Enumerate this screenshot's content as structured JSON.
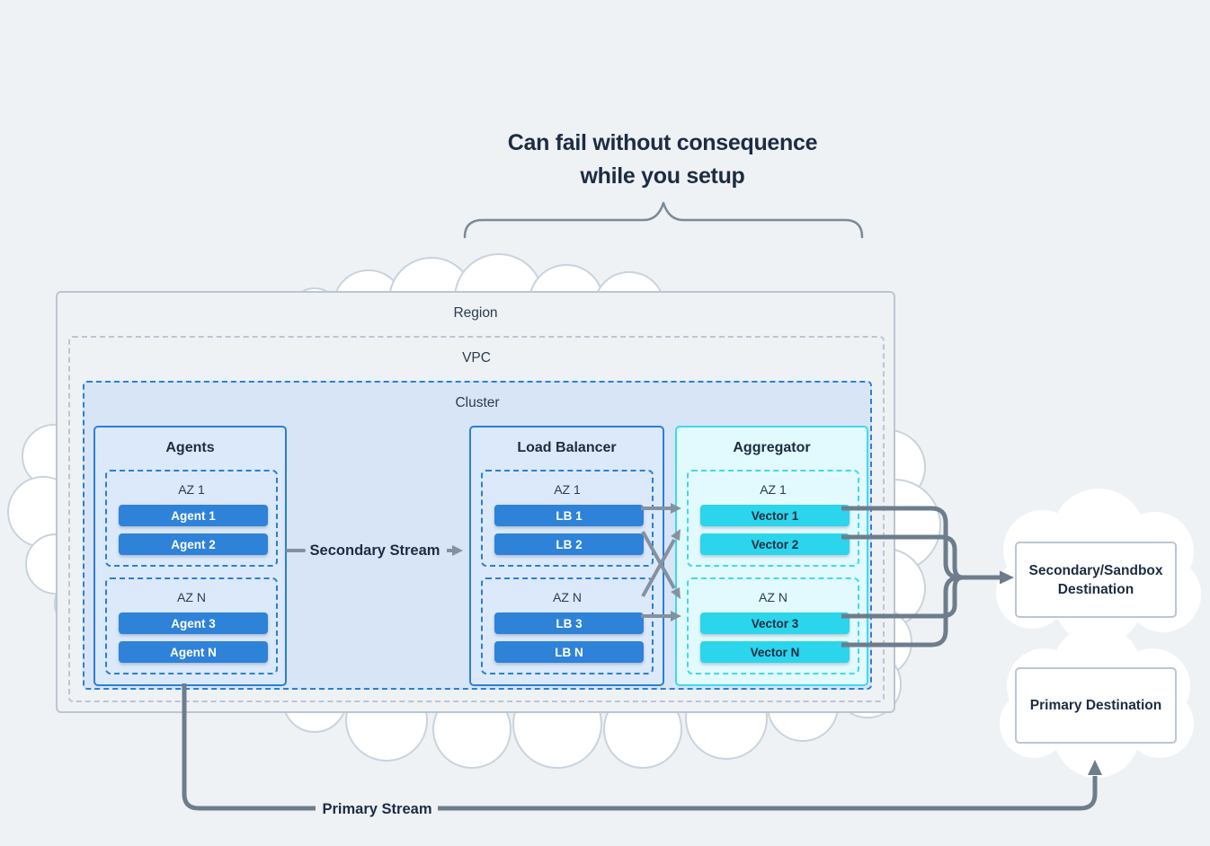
{
  "title": {
    "line1": "Can fail without consequence",
    "line2": "while you setup"
  },
  "region": {
    "label": "Region"
  },
  "vpc": {
    "label": "VPC"
  },
  "cluster": {
    "label": "Cluster"
  },
  "columns": [
    {
      "title": "Agents",
      "az_groups": [
        {
          "label": "AZ 1",
          "items": [
            "Agent 1",
            "Agent 2"
          ]
        },
        {
          "label": "AZ N",
          "items": [
            "Agent 3",
            "Agent N"
          ]
        }
      ]
    },
    {
      "title": "Load Balancer",
      "az_groups": [
        {
          "label": "AZ 1",
          "items": [
            "LB 1",
            "LB 2"
          ]
        },
        {
          "label": "AZ N",
          "items": [
            "LB 3",
            "LB N"
          ]
        }
      ]
    },
    {
      "title": "Aggregator",
      "az_groups": [
        {
          "label": "AZ 1",
          "items": [
            "Vector 1",
            "Vector 2"
          ]
        },
        {
          "label": "AZ N",
          "items": [
            "Vector 3",
            "Vector N"
          ]
        }
      ]
    }
  ],
  "streams": {
    "secondary": "Secondary Stream",
    "primary": "Primary Stream"
  },
  "destinations": [
    {
      "line1": "Secondary/Sandbox",
      "line2": "Destination"
    },
    {
      "label": "Primary Destination"
    }
  ],
  "colors": {
    "background": "#eef2f5",
    "cloud_outline": "#c9d3dc",
    "region_border": "#bcc6d0",
    "cluster_border": "#2b7fd6",
    "cluster_fill": "#d7e5f6",
    "panel_fill": "#dbe9fa",
    "blue_node": "#2e82d8",
    "aggregator_border": "#3fd9ec",
    "aggregator_fill": "#e2fafd",
    "cyan_node": "#2bd5ec",
    "arrow_gray": "#8492a0",
    "stream_gray": "#6d7d8c",
    "text_dark": "#1d2c42",
    "text_label": "#2c3b4f"
  }
}
